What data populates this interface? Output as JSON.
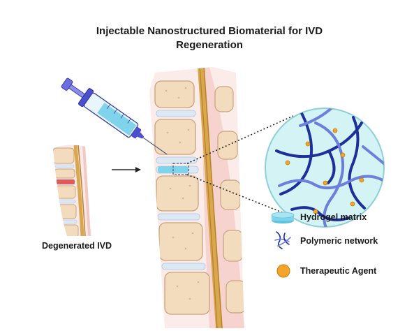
{
  "title": {
    "line1": "Injectable Nanostructured Biomaterial for IVD",
    "line2": "Regeneration"
  },
  "labels": {
    "degenerated": "Degenerated IVD"
  },
  "legend": [
    {
      "icon": "hydrogel-matrix-icon",
      "label": "Hydrogel matrix"
    },
    {
      "icon": "polymeric-network-icon",
      "label": "Polymeric network"
    },
    {
      "icon": "therapeutic-agent-icon",
      "label": "Therapeutic Agent"
    }
  ],
  "colors": {
    "bone_fill": "#f3dcbd",
    "bone_edge": "#c9a27c",
    "disc": "#dce9f5",
    "degenerated_disc": "#e15b5b",
    "spinal_cord": "#d9a84e",
    "hydrogel": "#7fd3ea",
    "polymer_dark": "#1c2f9a",
    "polymer_light": "#6d7fdc",
    "agent": "#f2a526",
    "zoom_circle": "#d3f3f4",
    "syringe_blue": "#4b4fcf"
  }
}
